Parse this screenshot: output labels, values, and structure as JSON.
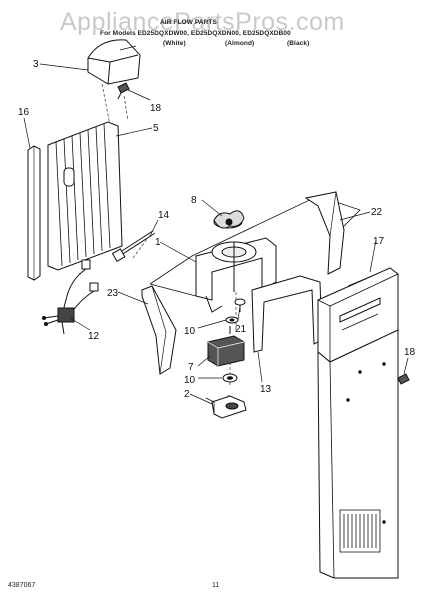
{
  "header": {
    "title": "AIR FLOW PARTS",
    "models": "For Models ED25DQXDW00, ED25DQXDN00, ED25DQXDB00",
    "color_white": "(White)",
    "color_almond": "(Almond)",
    "color_black": "(Black)"
  },
  "watermark": "AppliancePartsPros.com",
  "footer": {
    "part_number": "4387067",
    "page_number": "11"
  },
  "callouts": [
    "3",
    "18",
    "16",
    "5",
    "8",
    "14",
    "22",
    "1",
    "17",
    "23",
    "21",
    "10",
    "12",
    "7",
    "10",
    "13",
    "18",
    "2"
  ]
}
